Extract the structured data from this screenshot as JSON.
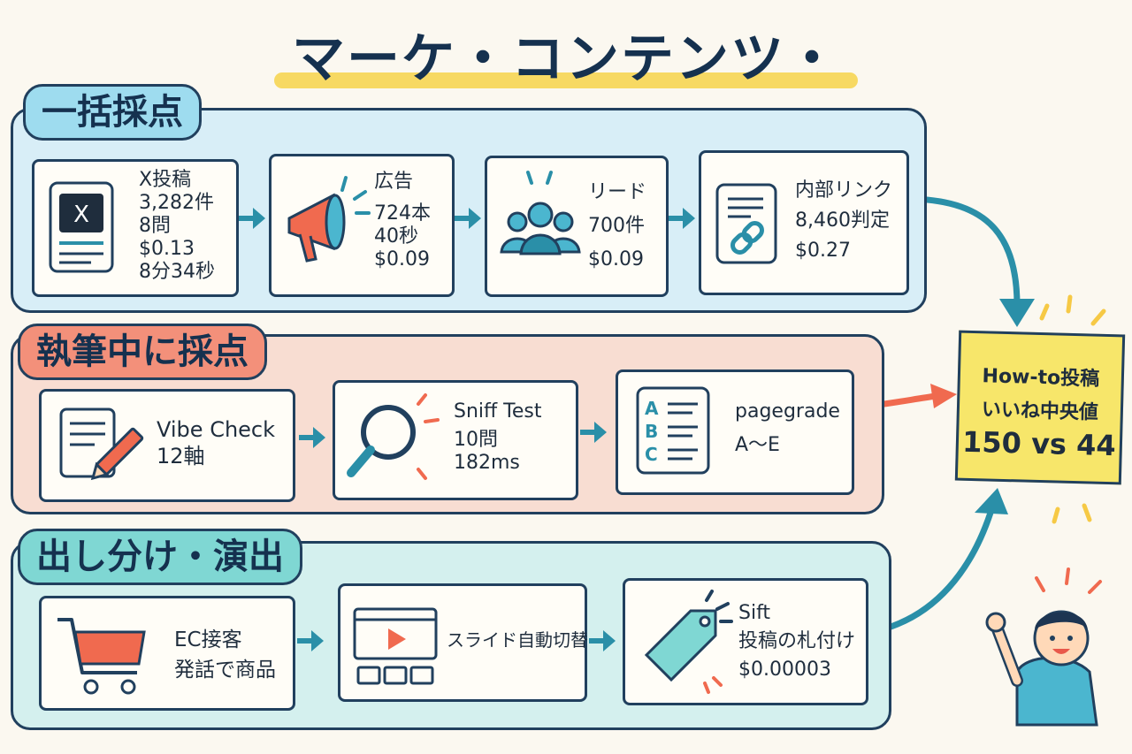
{
  "title": "マーケ・コンテンツ・発信",
  "sections": [
    {
      "label": "一括採点",
      "cards": [
        {
          "lines": [
            "X投稿",
            "3,282件",
            "8問",
            "$0.13",
            "8分34秒"
          ],
          "icon": "x-post-document-icon"
        },
        {
          "lines": [
            "広告",
            "724本",
            "40秒",
            "$0.09"
          ],
          "icon": "megaphone-icon"
        },
        {
          "lines": [
            "リード",
            "700件",
            "$0.09"
          ],
          "icon": "people-group-icon"
        },
        {
          "lines": [
            "内部リンク",
            "8,460判定",
            "$0.27"
          ],
          "icon": "document-link-icon"
        }
      ]
    },
    {
      "label": "執筆中に採点",
      "cards": [
        {
          "lines": [
            "Vibe Check",
            "12軸"
          ],
          "icon": "document-pencil-icon"
        },
        {
          "lines": [
            "Sniff Test",
            "10問",
            "182ms"
          ],
          "icon": "magnifier-icon"
        },
        {
          "lines": [
            "pagegrade",
            "A〜E"
          ],
          "icon": "abc-grade-list-icon"
        }
      ]
    },
    {
      "label": "出し分け・演出",
      "cards": [
        {
          "lines": [
            "EC接客",
            "発話で商品"
          ],
          "icon": "shopping-cart-icon"
        },
        {
          "lines": [
            "スライド自動切替"
          ],
          "icon": "slide-video-player-icon"
        },
        {
          "lines": [
            "Sift",
            "投稿の札付け",
            "$0.00003"
          ],
          "icon": "price-tag-icon"
        }
      ]
    }
  ],
  "result": {
    "line1": "How-to投稿",
    "line2": "いいね中央値",
    "line3": "150 vs 44"
  },
  "colors": {
    "panel1": "#d8eef7",
    "panel2": "#f8ddd2",
    "panel3": "#d4f0ee",
    "note": "#f7e66a",
    "outline": "#21405e",
    "teal": "#2a8fa8",
    "coral": "#f06a4f"
  }
}
